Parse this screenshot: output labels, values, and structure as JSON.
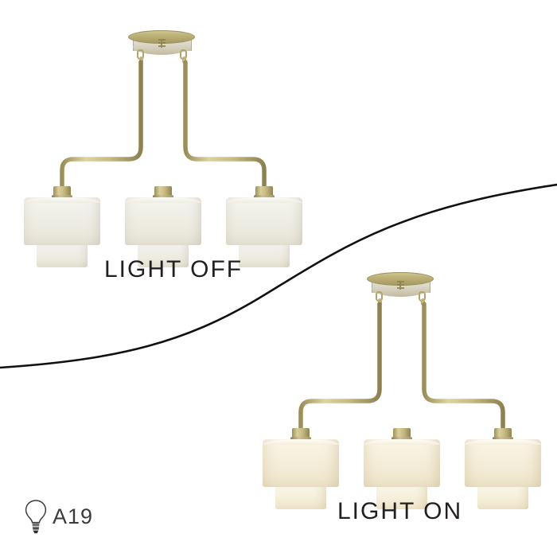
{
  "page": {
    "background_color": "#ffffff",
    "divider_color": "#111111"
  },
  "fixtures": [
    {
      "id": "light-off",
      "state_label": "LIGHT OFF",
      "shade_count": 3,
      "metal_finish_color": "#c4b87f",
      "shade_color": "#f2f1ea"
    },
    {
      "id": "light-on",
      "state_label": "LIGHT ON",
      "shade_count": 3,
      "metal_finish_color": "#c4b87f",
      "shade_color": "#f5eed9"
    }
  ],
  "bulb_badge": {
    "icon": "light-bulb-icon",
    "label": "A19"
  }
}
